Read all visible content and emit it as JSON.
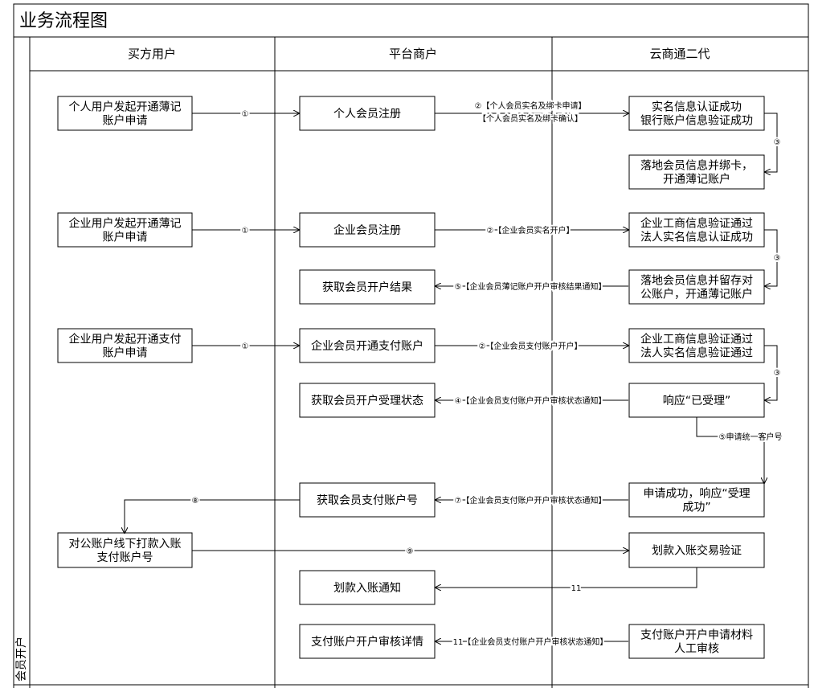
{
  "title": "业务流程图",
  "section_label": "会员开户",
  "lanes": [
    "买方用户",
    "平台商户",
    "云商通二代"
  ],
  "boxes": {
    "b1": [
      "个人用户发起开通薄记",
      "账户申请"
    ],
    "b2": [
      "个人会员注册"
    ],
    "b3": [
      "实名信息认证成功",
      "银行账户信息验证成功"
    ],
    "b4": [
      "落地会员信息并绑卡，",
      "开通薄记账户"
    ],
    "b5": [
      "企业用户发起开通薄记",
      "账户申请"
    ],
    "b6": [
      "企业会员注册"
    ],
    "b7": [
      "企业工商信息验证通过",
      "法人实名信息认证成功"
    ],
    "b8": [
      "获取会员开户结果"
    ],
    "b9": [
      "落地会员信息并留存对",
      "公账户，开通薄记账户"
    ],
    "b10": [
      "企业用户发起开通支付",
      "账户申请"
    ],
    "b11": [
      "企业会员开通支付账户"
    ],
    "b12": [
      "企业工商信息验证通过",
      "法人实名信息验证通过"
    ],
    "b13": [
      "获取会员开户受理状态"
    ],
    "b14": [
      "响应“已受理”"
    ],
    "b15": [
      "获取会员支付账户号"
    ],
    "b16": [
      "申请成功，响应“受理",
      "成功”"
    ],
    "b17": [
      "对公账户线下打款入账",
      "支付账户号"
    ],
    "b18": [
      "划款入账交易验证"
    ],
    "b19": [
      "划款入账通知"
    ],
    "b20": [
      "支付账户开户审核详情"
    ],
    "b21": [
      "支付账户开户申请材料",
      "人工审核"
    ]
  },
  "labels": {
    "l1": "①",
    "l2a": "②【个人会员实名及绑卡申请】",
    "l2b": "【个人会员实名及绑卡确认】",
    "l3": "③",
    "l4": "①",
    "l5": "②【企业会员实名开户】",
    "l6": "③",
    "l7": "⑤【企业会员薄记账户开户审核结果通知】",
    "l8": "①",
    "l9": "②【企业会员支付账户开户】",
    "l10": "③",
    "l11": "④【企业会员支付账户开户审核状态通知】",
    "l12": "⑤申请统一客户号",
    "l13": "⑧",
    "l14": "⑦【企业会员支付账户开户审核状态通知】",
    "l15": "⑨",
    "l16": "11",
    "l17": "11【企业会员支付账户开户审核状态通知】"
  }
}
